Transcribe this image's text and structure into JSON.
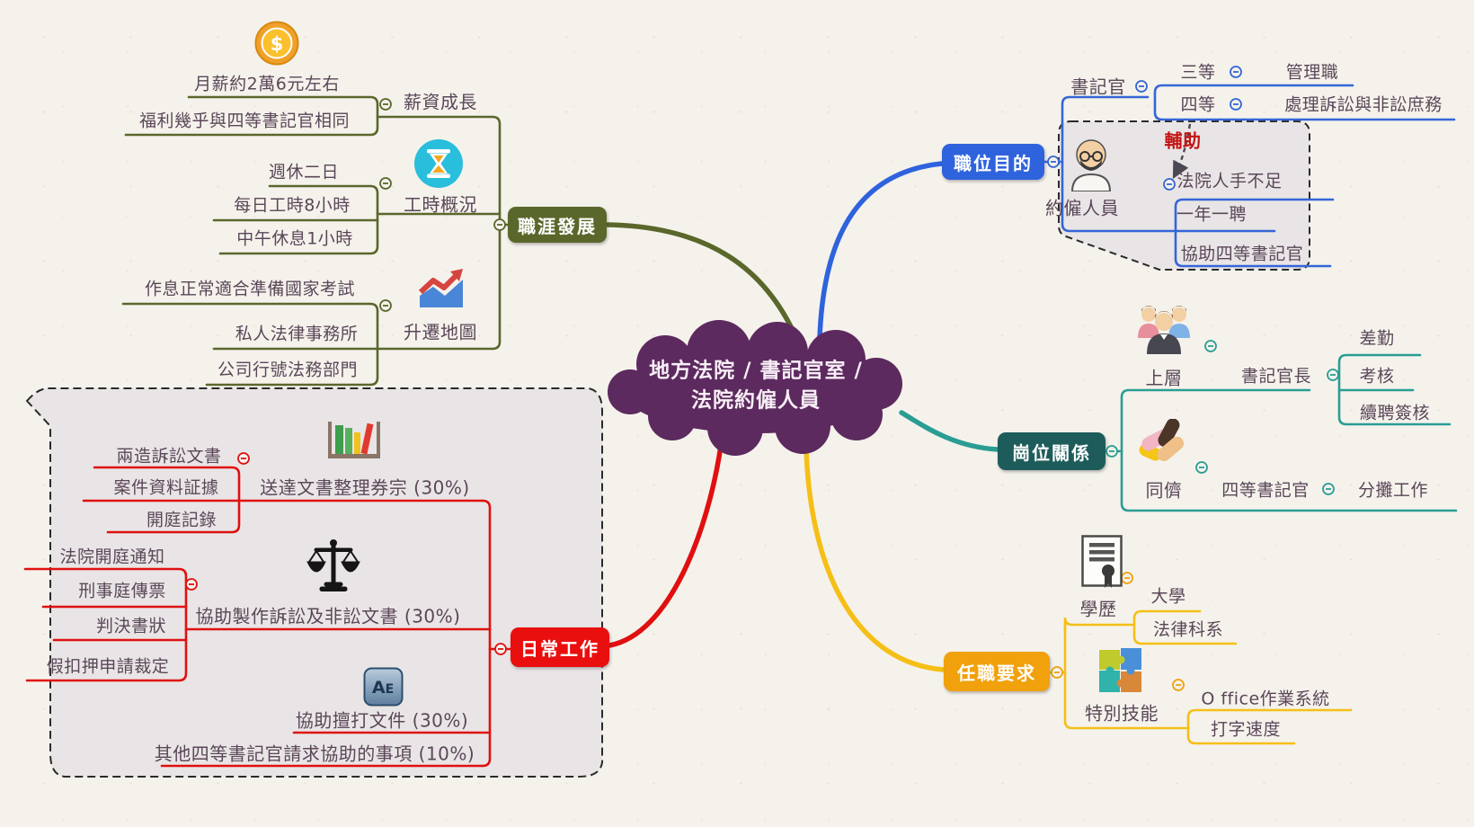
{
  "center": {
    "line1": "地方法院 / 書記官室 /",
    "line2": "法院約僱人員",
    "color": "#5c2a5e"
  },
  "career": {
    "label": "職涯發展",
    "color": "#5a672b",
    "salary": {
      "label": "薪資成長",
      "icon": "coin-icon",
      "c1": "月薪約2萬6元左右",
      "c2": "福利幾乎與四等書記官相同"
    },
    "hours": {
      "label": "工時概況",
      "icon": "hourglass-icon",
      "c1": "週休二日",
      "c2": "每日工時8小時",
      "c3": "中午休息1小時"
    },
    "promotion": {
      "label": "升遷地圖",
      "icon": "growth-chart-icon",
      "c1": "作息正常適合準備國家考試",
      "c2": "私人法律事務所",
      "c3": "公司行號法務部門"
    }
  },
  "purpose": {
    "label": "職位目的",
    "color": "#2f63dd",
    "clerk": {
      "label": "書記官",
      "grade3": "三等",
      "grade3_role": "管理職",
      "grade4": "四等",
      "grade4_role": "處理訴訟與非訟庶務"
    },
    "contract": {
      "label": "約僱人員",
      "icon": "man-avatar-icon",
      "relation": "輔助",
      "c1": "法院人手不足",
      "c2": "一年一聘",
      "c3": "協助四等書記官"
    }
  },
  "relations": {
    "label": "崗位關係",
    "color": "#1d5c5a",
    "upper": {
      "label": "上層",
      "icon": "people-icon",
      "chief": "書記官長",
      "c1": "差勤",
      "c2": "考核",
      "c3": "續聘簽核"
    },
    "peers": {
      "label": "同儕",
      "icon": "hands-icon",
      "peer": "四等書記官",
      "c1": "分攤工作"
    }
  },
  "requirements": {
    "label": "任職要求",
    "color": "#f0a10c",
    "education": {
      "label": "學歷",
      "icon": "certificate-icon",
      "c1": "大學",
      "c2": "法律科系"
    },
    "skills": {
      "label": "特別技能",
      "icon": "puzzle-icon",
      "c1": "O ffice作業系統",
      "c2": "打字速度"
    }
  },
  "daily": {
    "label": "日常工作",
    "color": "#ea0f0f",
    "t1": {
      "label": "送達文書整理券宗 (30%)",
      "icon": "bookshelf-icon",
      "c1": "兩造訴訟文書",
      "c2": "案件資料証據",
      "c3": "開庭記錄"
    },
    "t2": {
      "label": "協助製作訴訟及非訟文書 (30%)",
      "icon": "scales-icon",
      "c1": "法院開庭通知",
      "c2": "刑事庭傳票",
      "c3": "判決書狀",
      "c4": "假扣押申請裁定"
    },
    "t3": {
      "label": "協助擅打文件 (30%)",
      "icon": "ae-icon"
    },
    "t4": {
      "label": "其他四等書記官請求協助的事項 (10%)"
    }
  }
}
